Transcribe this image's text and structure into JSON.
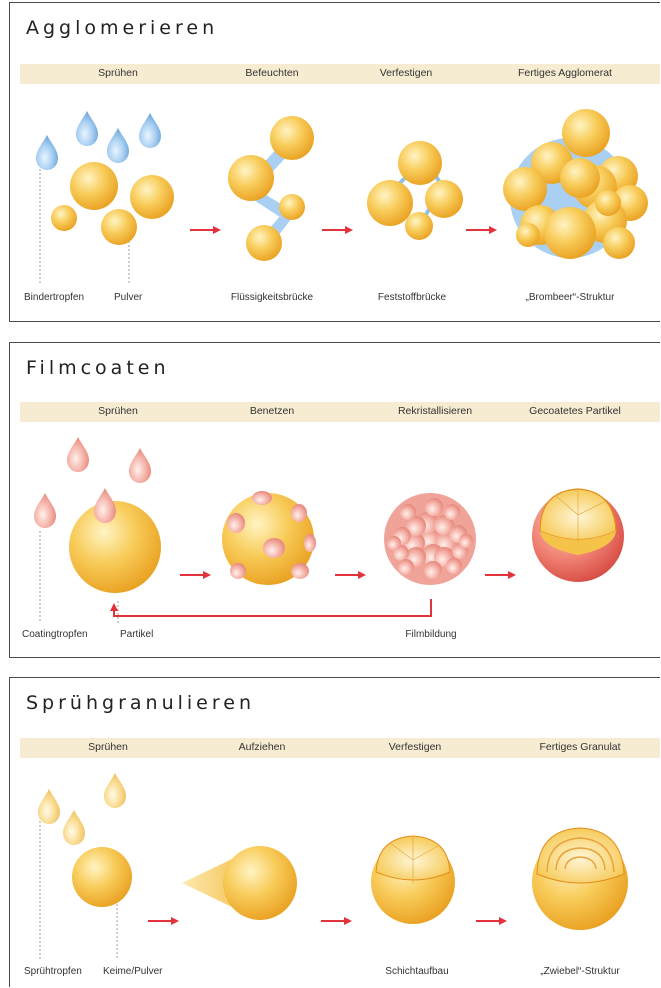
{
  "panels": [
    {
      "title": "Agglomerieren",
      "steps": [
        "Sprühen",
        "Befeuchten",
        "Verfestigen",
        "Fertiges Agglomerat"
      ],
      "captions": [
        "Bindertropfen",
        "Pulver",
        "Flüssigkeitsbrücke",
        "Feststoffbrücke",
        "„Brombeer“-Struktur"
      ]
    },
    {
      "title": "Filmcoaten",
      "steps": [
        "Sprühen",
        "Benetzen",
        "Rekristallisieren",
        "Gecoatetes Partikel"
      ],
      "captions": [
        "Coatingtropfen",
        "Partikel",
        "Filmbildung"
      ]
    },
    {
      "title": "Sprühgranulieren",
      "steps": [
        "Sprühen",
        "Aufziehen",
        "Verfestigen",
        "Fertiges Granulat"
      ],
      "captions": [
        "Sprühtropfen",
        "Keime/Pulver",
        "Schichtaufbau",
        "„Zwiebel“-Struktur"
      ]
    }
  ],
  "colors": {
    "particle": "#f5bd3c",
    "binder_drop": "#8fc0ea",
    "coating_drop": "#f2a7a0",
    "spray_drop": "#f6d27a",
    "arrow": "#e2333d",
    "band": "#f6ecd2"
  }
}
